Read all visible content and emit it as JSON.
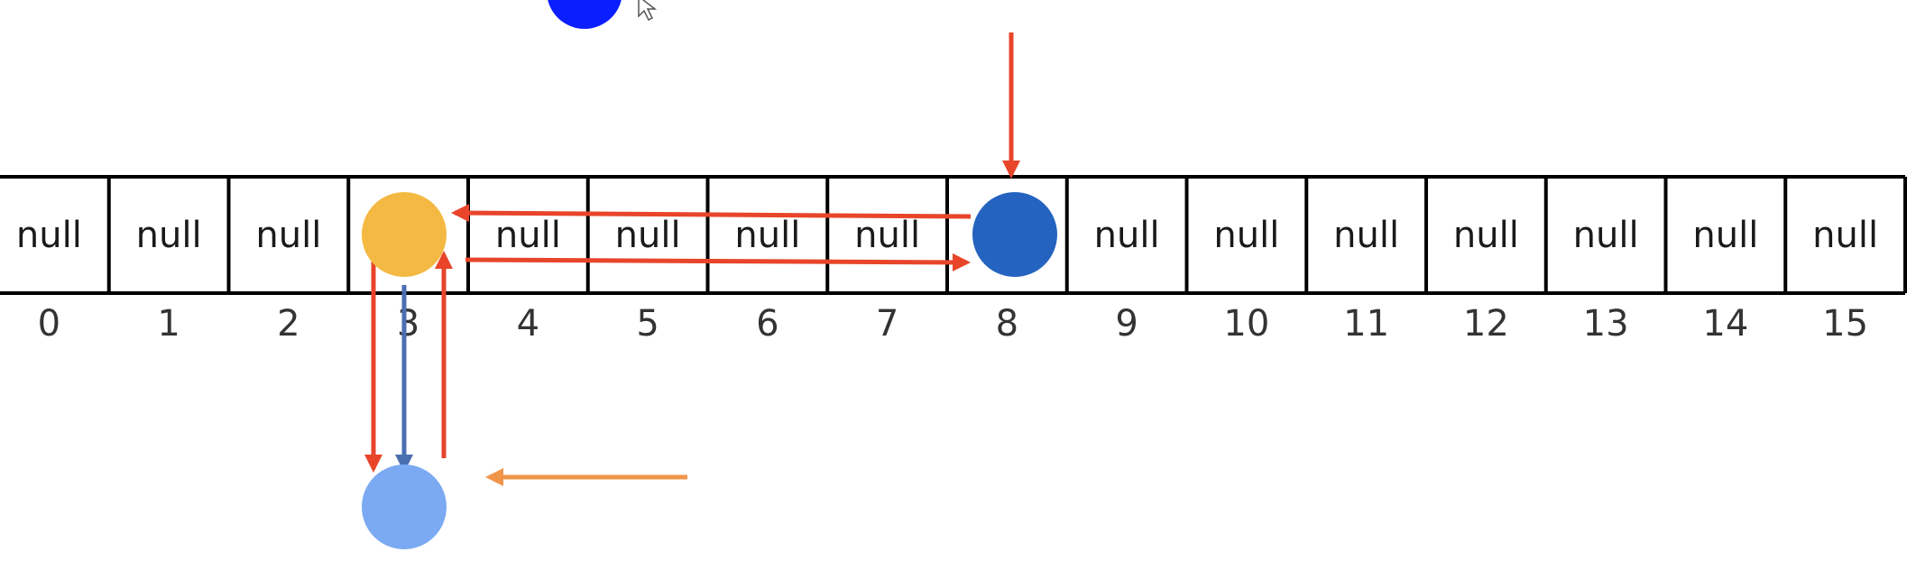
{
  "array": {
    "cells": [
      {
        "index": "0",
        "value": "null"
      },
      {
        "index": "1",
        "value": "null"
      },
      {
        "index": "2",
        "value": "null"
      },
      {
        "index": "3",
        "value": ""
      },
      {
        "index": "4",
        "value": "null"
      },
      {
        "index": "5",
        "value": "null"
      },
      {
        "index": "6",
        "value": "null"
      },
      {
        "index": "7",
        "value": "null"
      },
      {
        "index": "8",
        "value": ""
      },
      {
        "index": "9",
        "value": "null"
      },
      {
        "index": "10",
        "value": "null"
      },
      {
        "index": "11",
        "value": "null"
      },
      {
        "index": "12",
        "value": "null"
      },
      {
        "index": "13",
        "value": "null"
      },
      {
        "index": "14",
        "value": "null"
      },
      {
        "index": "15",
        "value": "null"
      }
    ]
  },
  "nodes": {
    "slot3": {
      "color": "#F4B942"
    },
    "slot8": {
      "color": "#2563C0"
    },
    "chained": {
      "color": "#7BAAF2"
    },
    "top_partial": {
      "color": "#0A1EFF"
    }
  },
  "colors": {
    "red_arrow": "#E8452A",
    "blue_arrow": "#4A6FB0",
    "orange_arrow": "#F0944A",
    "grid": "#000000"
  },
  "icons": {
    "cursor": "mouse-pointer-icon"
  }
}
